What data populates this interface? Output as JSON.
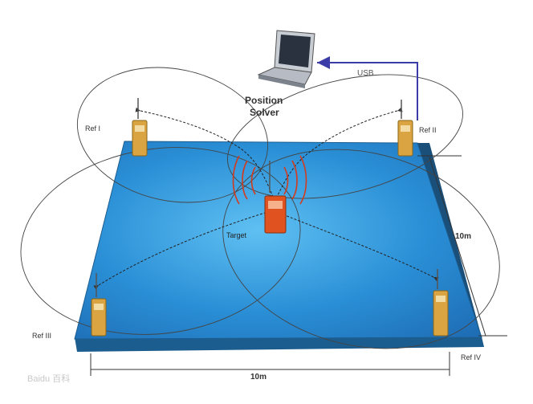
{
  "labels": {
    "position_solver_line1": "Position",
    "position_solver_line2": "Solver",
    "usb": "USB",
    "ref1": "Ref I",
    "ref2": "Ref II",
    "ref3": "Ref III",
    "ref4": "Ref IV",
    "target": "Target",
    "dim_right": "10m",
    "dim_bottom": "10m",
    "watermark": "Baidu 百科"
  },
  "colors": {
    "floor": "#2a8fd6",
    "floor_edge": "#1c5d8f",
    "radio_body": "#d9a441",
    "target_body": "#e0521f",
    "usb_line": "#3c3ca8",
    "signal_arcs": "#d33a1c"
  }
}
